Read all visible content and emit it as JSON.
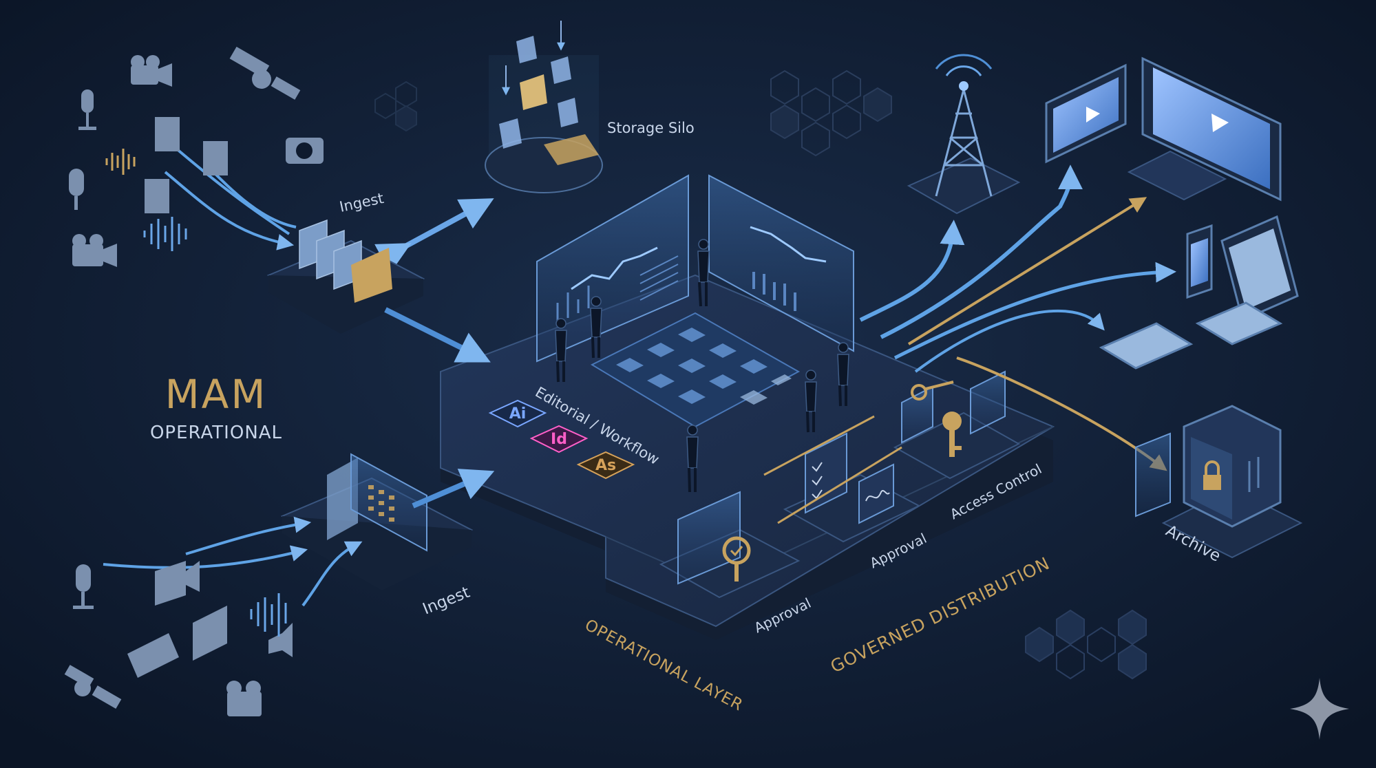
{
  "title": {
    "main": "MAM",
    "sub": "OPERATIONAL"
  },
  "labels": {
    "storage_silo": "Storage Silo",
    "ingest_top": "Ingest",
    "ingest_bottom": "Ingest",
    "editorial_workflow": "Editorial / Workflow",
    "operational_layer": "OPERATIONAL LAYER",
    "governed_distribution": "GOVERNED DISTRIBUTION",
    "approval_left": "Approval",
    "approval_right": "Approval",
    "access_control": "Access Control",
    "archive": "Archive"
  },
  "app_badges": [
    {
      "label": "Ai",
      "color": "#7aa7ff"
    },
    {
      "label": "Id",
      "color": "#ff5fc8"
    },
    {
      "label": "As",
      "color": "#d6a25a"
    }
  ],
  "colors": {
    "background": "#0e1a2e",
    "gold_accent": "#c8a35f",
    "blue_flow": "#5fa3e6",
    "platform": "#1c2b44",
    "platform_edge": "#2e4566",
    "screen_glow": "#3c6fb4"
  },
  "icons": [
    "microphone-icon",
    "video-camera-icon",
    "satellite-icon",
    "film-strip-icon",
    "photo-camera-icon",
    "audio-waveform-icon",
    "folder-icon",
    "document-icon",
    "broadcast-tower-icon",
    "monitor-icon",
    "tablet-icon",
    "phone-icon",
    "key-icon",
    "checklist-icon",
    "signature-icon",
    "vault-icon",
    "sparkle-icon"
  ]
}
